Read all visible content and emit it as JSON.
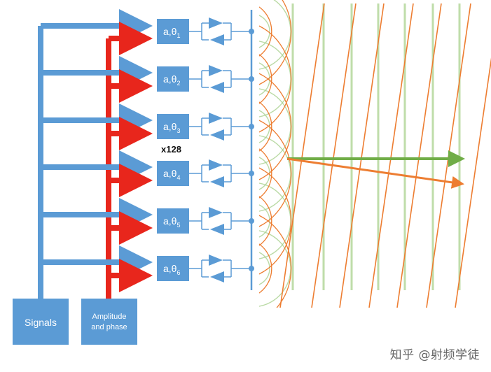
{
  "diagram": {
    "signals_label": "Signals",
    "amp_phase_label_line1": "Amplitude",
    "amp_phase_label_line2": "and phase",
    "element_count_label": "x128",
    "channels": [
      {
        "label": "a,θ",
        "sub": "1"
      },
      {
        "label": "a,θ",
        "sub": "2"
      },
      {
        "label": "a,θ",
        "sub": "3"
      },
      {
        "label": "a,θ",
        "sub": "4"
      },
      {
        "label": "a,θ",
        "sub": "5"
      },
      {
        "label": "a,θ",
        "sub": "6"
      }
    ],
    "colors": {
      "signal_blue": "#5b9bd5",
      "control_red": "#e8261c",
      "box_blue": "#5b9bd5",
      "wave_green": "#a9d18e",
      "wave_orange": "#ed7d31",
      "beam_green": "#70ad47",
      "beam_orange": "#ed7d31"
    }
  },
  "watermark": "知乎 @射频学徒"
}
